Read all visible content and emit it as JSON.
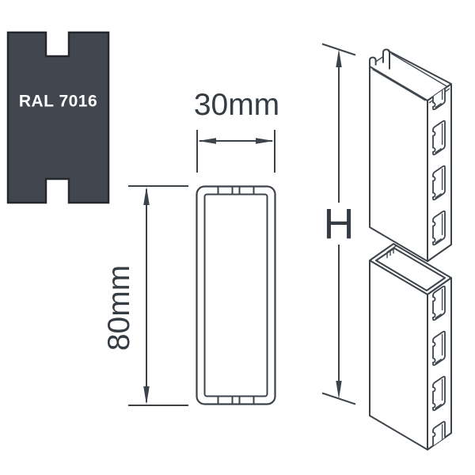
{
  "swatch": {
    "label": "RAL 7016",
    "color": "#42474f"
  },
  "cross_section": {
    "width_label": "30mm",
    "depth_label": "80mm"
  },
  "upright_view": {
    "height_label": "H"
  },
  "colors": {
    "line": "#3d434b",
    "text": "#363c44",
    "swatch_border": "#24272c",
    "background": "#ffffff"
  }
}
